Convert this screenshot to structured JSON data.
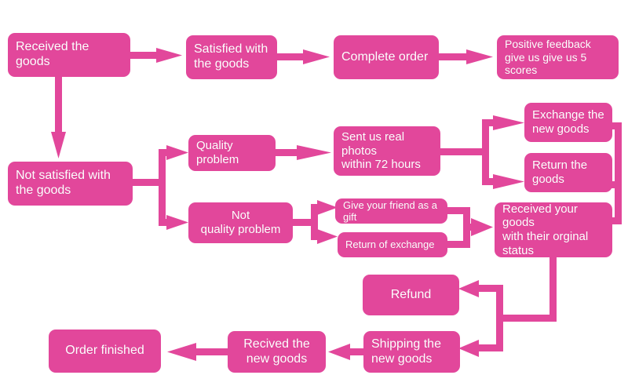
{
  "diagram": {
    "title": "After-sales / returns flowchart",
    "accent_color": "#e2479b",
    "background_color": "#ffffff",
    "text_color": "#ffffff",
    "nodes": [
      {
        "id": "received_the_goods",
        "label": "Received the goods"
      },
      {
        "id": "satisfied",
        "line1": "Satisfied with",
        "line2": "the goods"
      },
      {
        "id": "complete_order",
        "label": "Complete order"
      },
      {
        "id": "positive_feedback",
        "line1": "Positive feedback",
        "line2": "give us give us 5",
        "line3": "scores"
      },
      {
        "id": "not_satisfied",
        "line1": "Not satisfied with",
        "line2": "the goods"
      },
      {
        "id": "quality_problem",
        "label": "Quality problem"
      },
      {
        "id": "sent_photos",
        "line1": "Sent us real photos",
        "line2": "within 72 hours"
      },
      {
        "id": "exchange_new_goods",
        "line1": "Exchange the",
        "line2": "new goods"
      },
      {
        "id": "return_the_goods",
        "line1": "Return the",
        "line2": "goods"
      },
      {
        "id": "not_quality_problem",
        "line1": "Not",
        "line2": "quality problem"
      },
      {
        "id": "give_friend_gift",
        "label": "Give your friend as a gift"
      },
      {
        "id": "return_of_exchange",
        "label": "Return of exchange"
      },
      {
        "id": "received_your_goods",
        "line1": "Received your goods",
        "line2": "with their orginal",
        "line3": "status"
      },
      {
        "id": "refund",
        "label": "Refund"
      },
      {
        "id": "shipping_new_goods",
        "line1": "Shipping the",
        "line2": "new goods"
      },
      {
        "id": "recived_new_goods",
        "line1": "Recived the",
        "line2": "new goods"
      },
      {
        "id": "order_finished",
        "label": "Order finished"
      }
    ]
  }
}
